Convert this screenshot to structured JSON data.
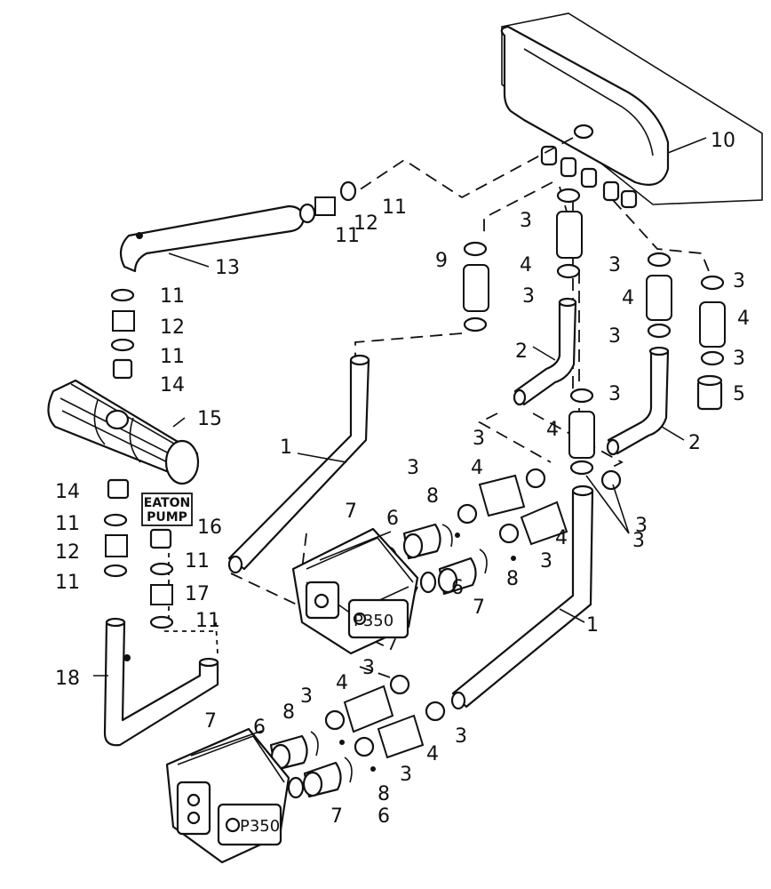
{
  "callouts": {
    "c1a": "1",
    "c1b": "1",
    "c2a": "2",
    "c2b": "2",
    "c3a": "3",
    "c3b": "3",
    "c3c": "3",
    "c3d": "3",
    "c3e": "3",
    "c3f": "3",
    "c3g": "3",
    "c3h": "3",
    "c3i": "3",
    "c3j": "3",
    "c3k": "3",
    "c3l": "3",
    "c3m": "3",
    "c3n": "3",
    "c3o": "3",
    "c3p": "3",
    "c4a": "4",
    "c4b": "4",
    "c4c": "4",
    "c4d": "4",
    "c4e": "4",
    "c4f": "4",
    "c4g": "4",
    "c4h": "4",
    "c5": "5",
    "c6a": "6",
    "c6b": "6",
    "c6c": "6",
    "c6d": "6",
    "c7a": "7",
    "c7b": "7",
    "c7c": "7",
    "c7d": "7",
    "c8a": "8",
    "c8b": "8",
    "c8c": "8",
    "c8d": "8",
    "c9": "9",
    "c10": "10",
    "c11a": "11",
    "c11b": "11",
    "c11c": "11",
    "c11d": "11",
    "c11e": "11",
    "c11f": "11",
    "c11g": "11",
    "c11h": "11",
    "c12a": "12",
    "c12b": "12",
    "c12c": "12",
    "c13": "13",
    "c14a": "14",
    "c14b": "14",
    "c15": "15",
    "c16": "16",
    "c17": "17",
    "c18": "18"
  },
  "labels": {
    "eaton_line1": "EATON",
    "eaton_line2": "PUMP",
    "p350_upper": "P350",
    "p350_lower": "P350"
  },
  "colors": {
    "ink": "#111111",
    "paper": "#ffffff"
  }
}
